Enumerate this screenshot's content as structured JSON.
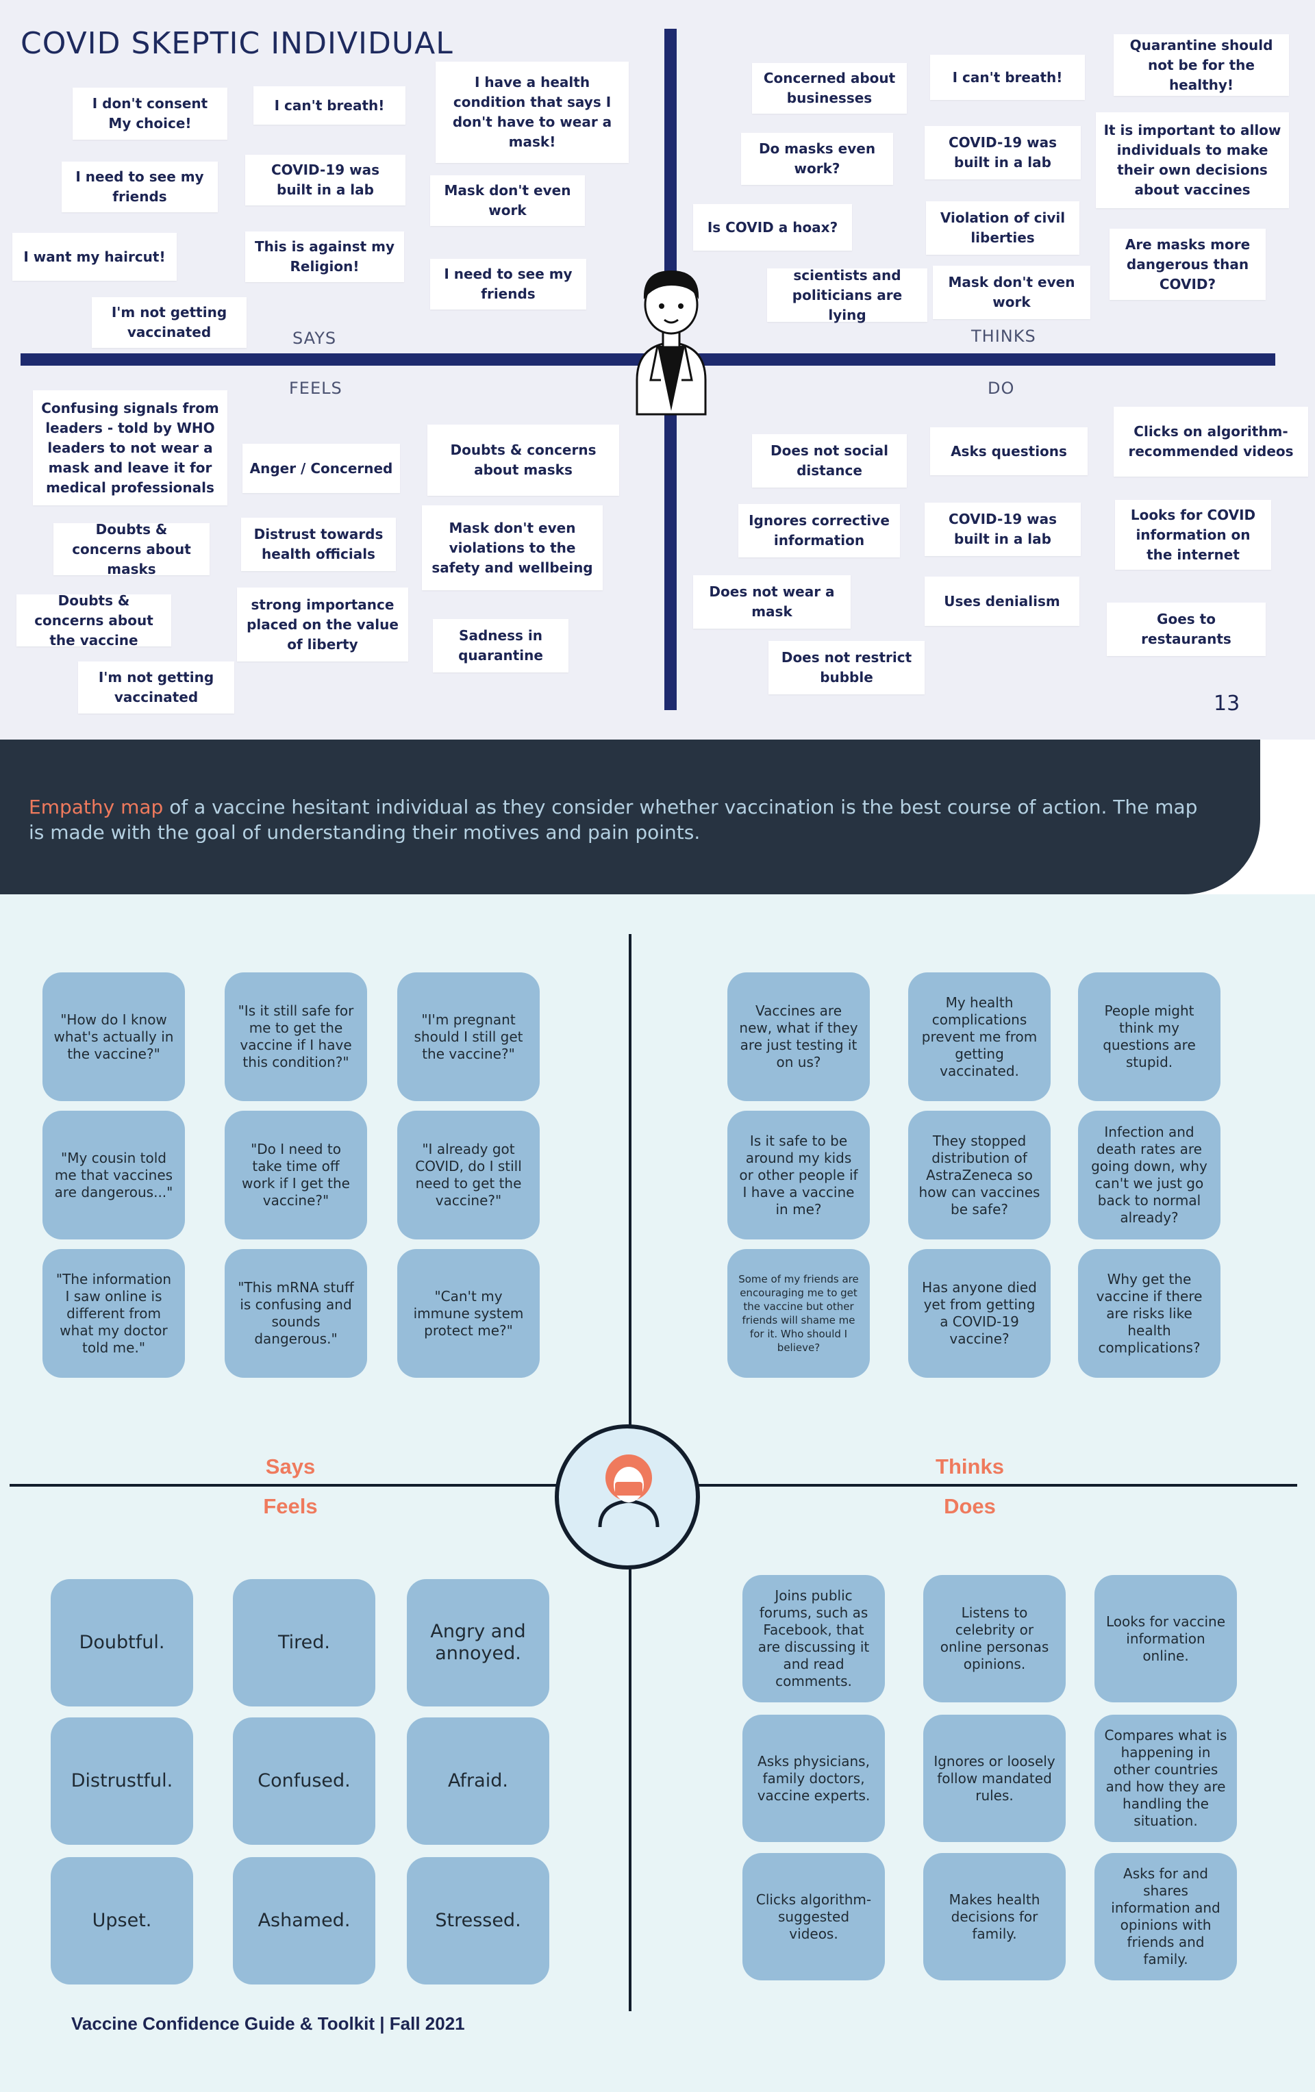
{
  "top_map": {
    "title": "COVID SKEPTIC INDIVIDUAL",
    "labels": {
      "says": "SAYS",
      "thinks": "THINKS",
      "feels": "FEELS",
      "do": "DO"
    },
    "says": [
      "I don't consent My choice!",
      "I can't breath!",
      "I have a health condition that says I don't have to wear a mask!",
      "I need to see my friends",
      "COVID-19 was built in a lab",
      "Mask don't even work",
      "I want my haircut!",
      "This is against my Religion!",
      "I need to see my friends",
      "I'm not getting vaccinated"
    ],
    "thinks": [
      "Concerned about businesses",
      "I can't breath!",
      "Quarantine should not be for the healthy!",
      "Do masks even work?",
      "COVID-19 was built in a lab",
      "It is important to allow individuals to make their own decisions about vaccines",
      "Is COVID a hoax?",
      "Violation of civil liberties",
      "Are masks more dangerous than COVID?",
      "scientists and politicians are lying",
      "Mask don't even work"
    ],
    "feels": [
      "Confusing signals from leaders - told by WHO leaders to not wear a mask and leave it for medical professionals",
      "Anger / Concerned",
      "Doubts & concerns about masks",
      "Doubts & concerns about masks",
      "Distrust towards health officials",
      "Mask don't even violations to the safety and wellbeing",
      "Doubts & concerns about the vaccine",
      "strong importance placed on the value of liberty",
      "Sadness in quarantine",
      "I'm not getting vaccinated"
    ],
    "do": [
      "Does not social distance",
      "Asks questions",
      "Clicks on algorithm-recommended videos",
      "Ignores corrective information",
      "COVID-19 was built in a lab",
      "Looks for COVID information on the internet",
      "Does not wear a mask",
      "Uses denialism",
      "Goes to restaurants",
      "Does not restrict bubble"
    ],
    "page_number": "13"
  },
  "banner": {
    "accent": "Empathy map",
    "text": " of a vaccine hesitant individual as they consider whether vaccination is the best course of action. The map is made with the goal of understanding their motives and pain points."
  },
  "bottom_map": {
    "labels": {
      "says": "Says",
      "thinks": "Thinks",
      "feels": "Feels",
      "does": "Does"
    },
    "says": [
      "\"How do I know what's actually in the vaccine?\"",
      "\"Is it still safe for me to get the vaccine if I have this condition?\"",
      "\"I'm pregnant should I still get the vaccine?\"",
      "\"My cousin told me that vaccines are dangerous...\"",
      "\"Do I need to take time off work if I get the vaccine?\"",
      "\"I already got COVID, do I still need to get the vaccine?\"",
      "\"The information I saw online is different from what my doctor told me.\"",
      "\"This mRNA stuff is confusing and sounds dangerous.\"",
      "\"Can't my immune system protect me?\""
    ],
    "thinks": [
      "Vaccines are new, what if they are just testing it on us?",
      "My health complications prevent me from getting vaccinated.",
      "People might think my questions are stupid.",
      "Is it safe to be around my kids or other people if I have a vaccine in me?",
      "They stopped distribution of AstraZeneca so how can vaccines be safe?",
      "Infection and death rates are going down, why can't we just go back to normal already?",
      "Some of my friends are encouraging me to get the vaccine but other friends will shame me for it. Who should I believe?",
      "Has anyone died yet from getting a COVID-19 vaccine?",
      "Why get the vaccine if there are risks like health complications?"
    ],
    "feels": [
      "Doubtful.",
      "Tired.",
      "Angry and annoyed.",
      "Distrustful.",
      "Confused.",
      "Afraid.",
      "Upset.",
      "Ashamed.",
      "Stressed."
    ],
    "does": [
      "Joins public forums, such as Facebook, that are discussing it and read comments.",
      "Listens to celebrity or online personas opinions.",
      "Looks for vaccine information online.",
      "Asks physicians, family doctors, vaccine experts.",
      "Ignores or loosely follow mandated rules.",
      "Compares what is happening in other countries and how they are handling the situation.",
      "Clicks algorithm-suggested videos.",
      "Makes health decisions for family.",
      "Asks for and shares information and opinions with friends and family."
    ]
  },
  "footer": "Vaccine Confidence Guide & Toolkit | Fall 2021",
  "colors": {
    "navy": "#1e2a6e",
    "accent": "#ef7a5d",
    "card": "#97bdd9",
    "banner": "#273341"
  }
}
